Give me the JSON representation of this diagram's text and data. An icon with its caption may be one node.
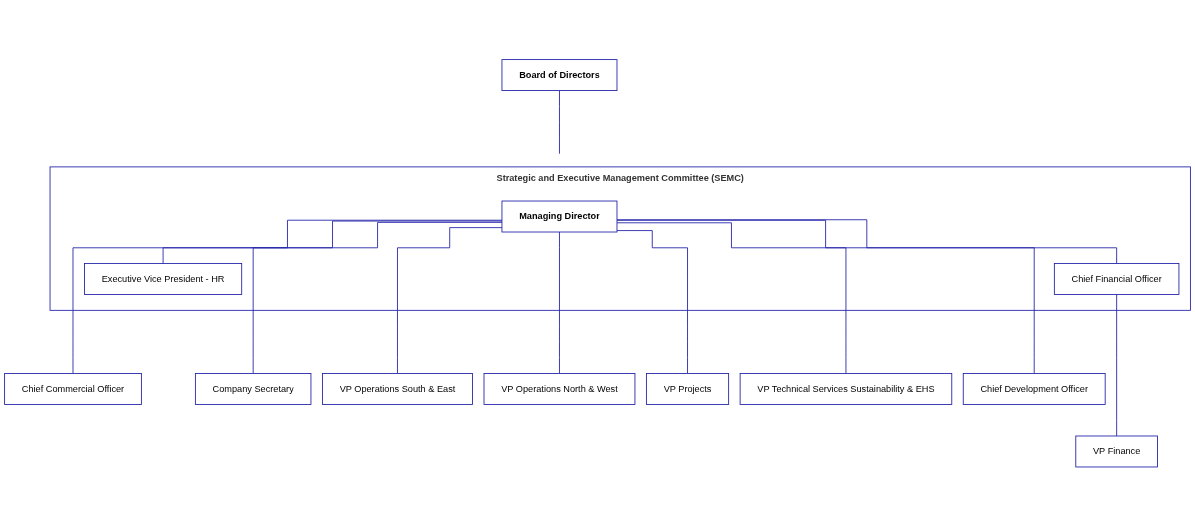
{
  "diagram": {
    "nodes": [
      {
        "text": [
          "Board of Directors"
        ]
      },
      {
        "text": [
          "Strategic and Executive Management Committee (SEMC)"
        ]
      },
      {
        "text": [
          "Managing Director"
        ],
        "in": 1
      },
      {
        "text": [
          "Chief Financial Officer"
        ],
        "in": 1
      },
      {
        "text": [
          "Executive Vice President - HR"
        ],
        "in": 1
      },
      {
        "text": [
          "VP Finance"
        ]
      },
      {
        "text": [
          "Chief Commercial Officer"
        ]
      },
      {
        "text": [
          "Company Secretary"
        ]
      },
      {
        "text": [
          "VP Operations South & East"
        ]
      },
      {
        "text": [
          "VP Operations North & West"
        ]
      },
      {
        "text": [
          "VP Projects"
        ]
      },
      {
        "text": [
          "VP Technical Services Sustainability & EHS"
        ]
      },
      {
        "text": [
          "Chief Development Officer"
        ]
      }
    ],
    "edges": [
      {
        "from": 0,
        "to": 1,
        "arrow": "none"
      },
      {
        "from": 2,
        "to": 3,
        "arrow": "none"
      },
      {
        "from": 2,
        "to": 4,
        "arrow": "none"
      },
      {
        "from": 3,
        "to": 5,
        "arrow": "none"
      },
      {
        "from": 2,
        "to": 6,
        "arrow": "none"
      },
      {
        "from": 2,
        "to": 7,
        "arrow": "none"
      },
      {
        "from": 2,
        "to": 8,
        "arrow": "none"
      },
      {
        "from": 2,
        "to": 9,
        "arrow": "none"
      },
      {
        "from": 2,
        "to": 10,
        "arrow": "none"
      },
      {
        "from": 2,
        "to": 11,
        "arrow": "none"
      },
      {
        "from": 2,
        "to": 12,
        "arrow": "none"
      }
    ]
  }
}
